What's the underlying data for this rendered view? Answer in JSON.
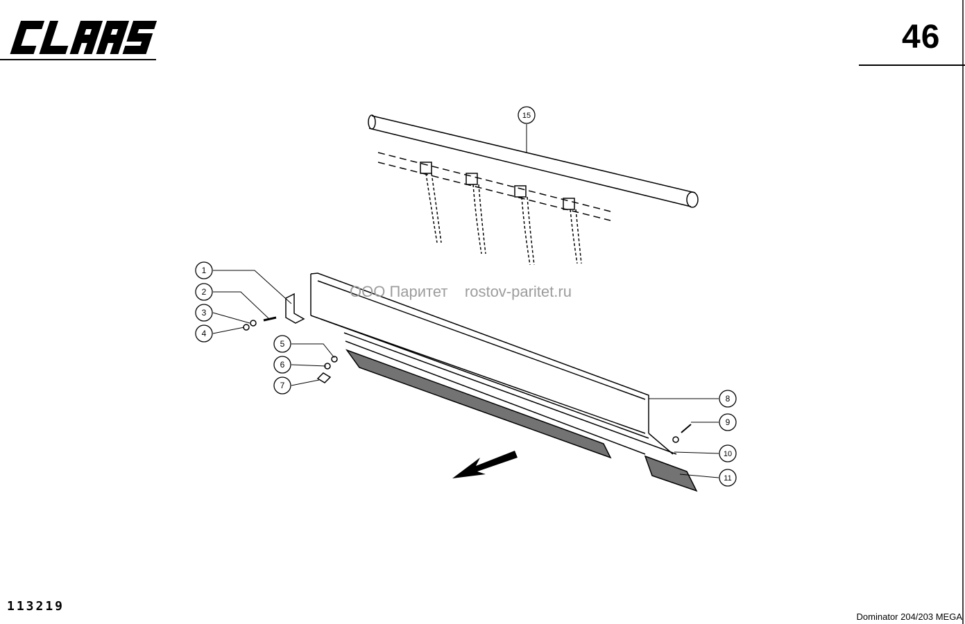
{
  "header": {
    "brand": "CLAAS",
    "page_number": "46"
  },
  "footer": {
    "doc_number": "113219",
    "model": "Dominator 204/203 MEGA"
  },
  "watermark": {
    "company": "ООО Паритет",
    "site": "rostov-paritet.ru"
  },
  "callouts": [
    {
      "label": "1"
    },
    {
      "label": "2"
    },
    {
      "label": "3"
    },
    {
      "label": "4"
    },
    {
      "label": "5"
    },
    {
      "label": "6"
    },
    {
      "label": "7"
    },
    {
      "label": "8"
    },
    {
      "label": "9"
    },
    {
      "label": "10"
    },
    {
      "label": "11"
    },
    {
      "label": "15"
    }
  ],
  "colors": {
    "ink": "#000000",
    "watermark": "#9c9c9c"
  }
}
